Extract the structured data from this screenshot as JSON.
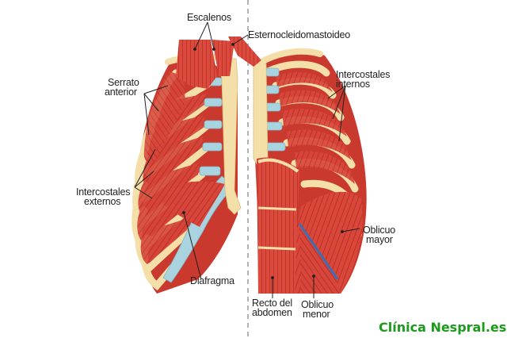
{
  "labels": {
    "escalenos": "Escalenos",
    "esternocleidomastoideo": "Esternocleidomastoideo",
    "serrato_l1": "Serrato",
    "serrato_l2": "anterior",
    "intercostales_internos_l1": "Intercostales",
    "intercostales_internos_l2": "internos",
    "intercostales_externos_l1": "Intercostales",
    "intercostales_externos_l2": "externos",
    "oblicuo_mayor_l1": "Oblicuo",
    "oblicuo_mayor_l2": "mayor",
    "diafragma": "Diafragma",
    "recto_l1": "Recto del",
    "recto_l2": "abdomen",
    "oblicuo_menor_l1": "Oblicuo",
    "oblicuo_menor_l2": "menor"
  },
  "watermark": "Clínica Nespral.es",
  "colors": {
    "muscle": "#d8453a",
    "muscle_dark": "#a9281f",
    "rib": "#f4dfa9",
    "cartilage": "#a9d3df",
    "divider": "#9a9a9a",
    "watermark": "#1a9b1a"
  }
}
